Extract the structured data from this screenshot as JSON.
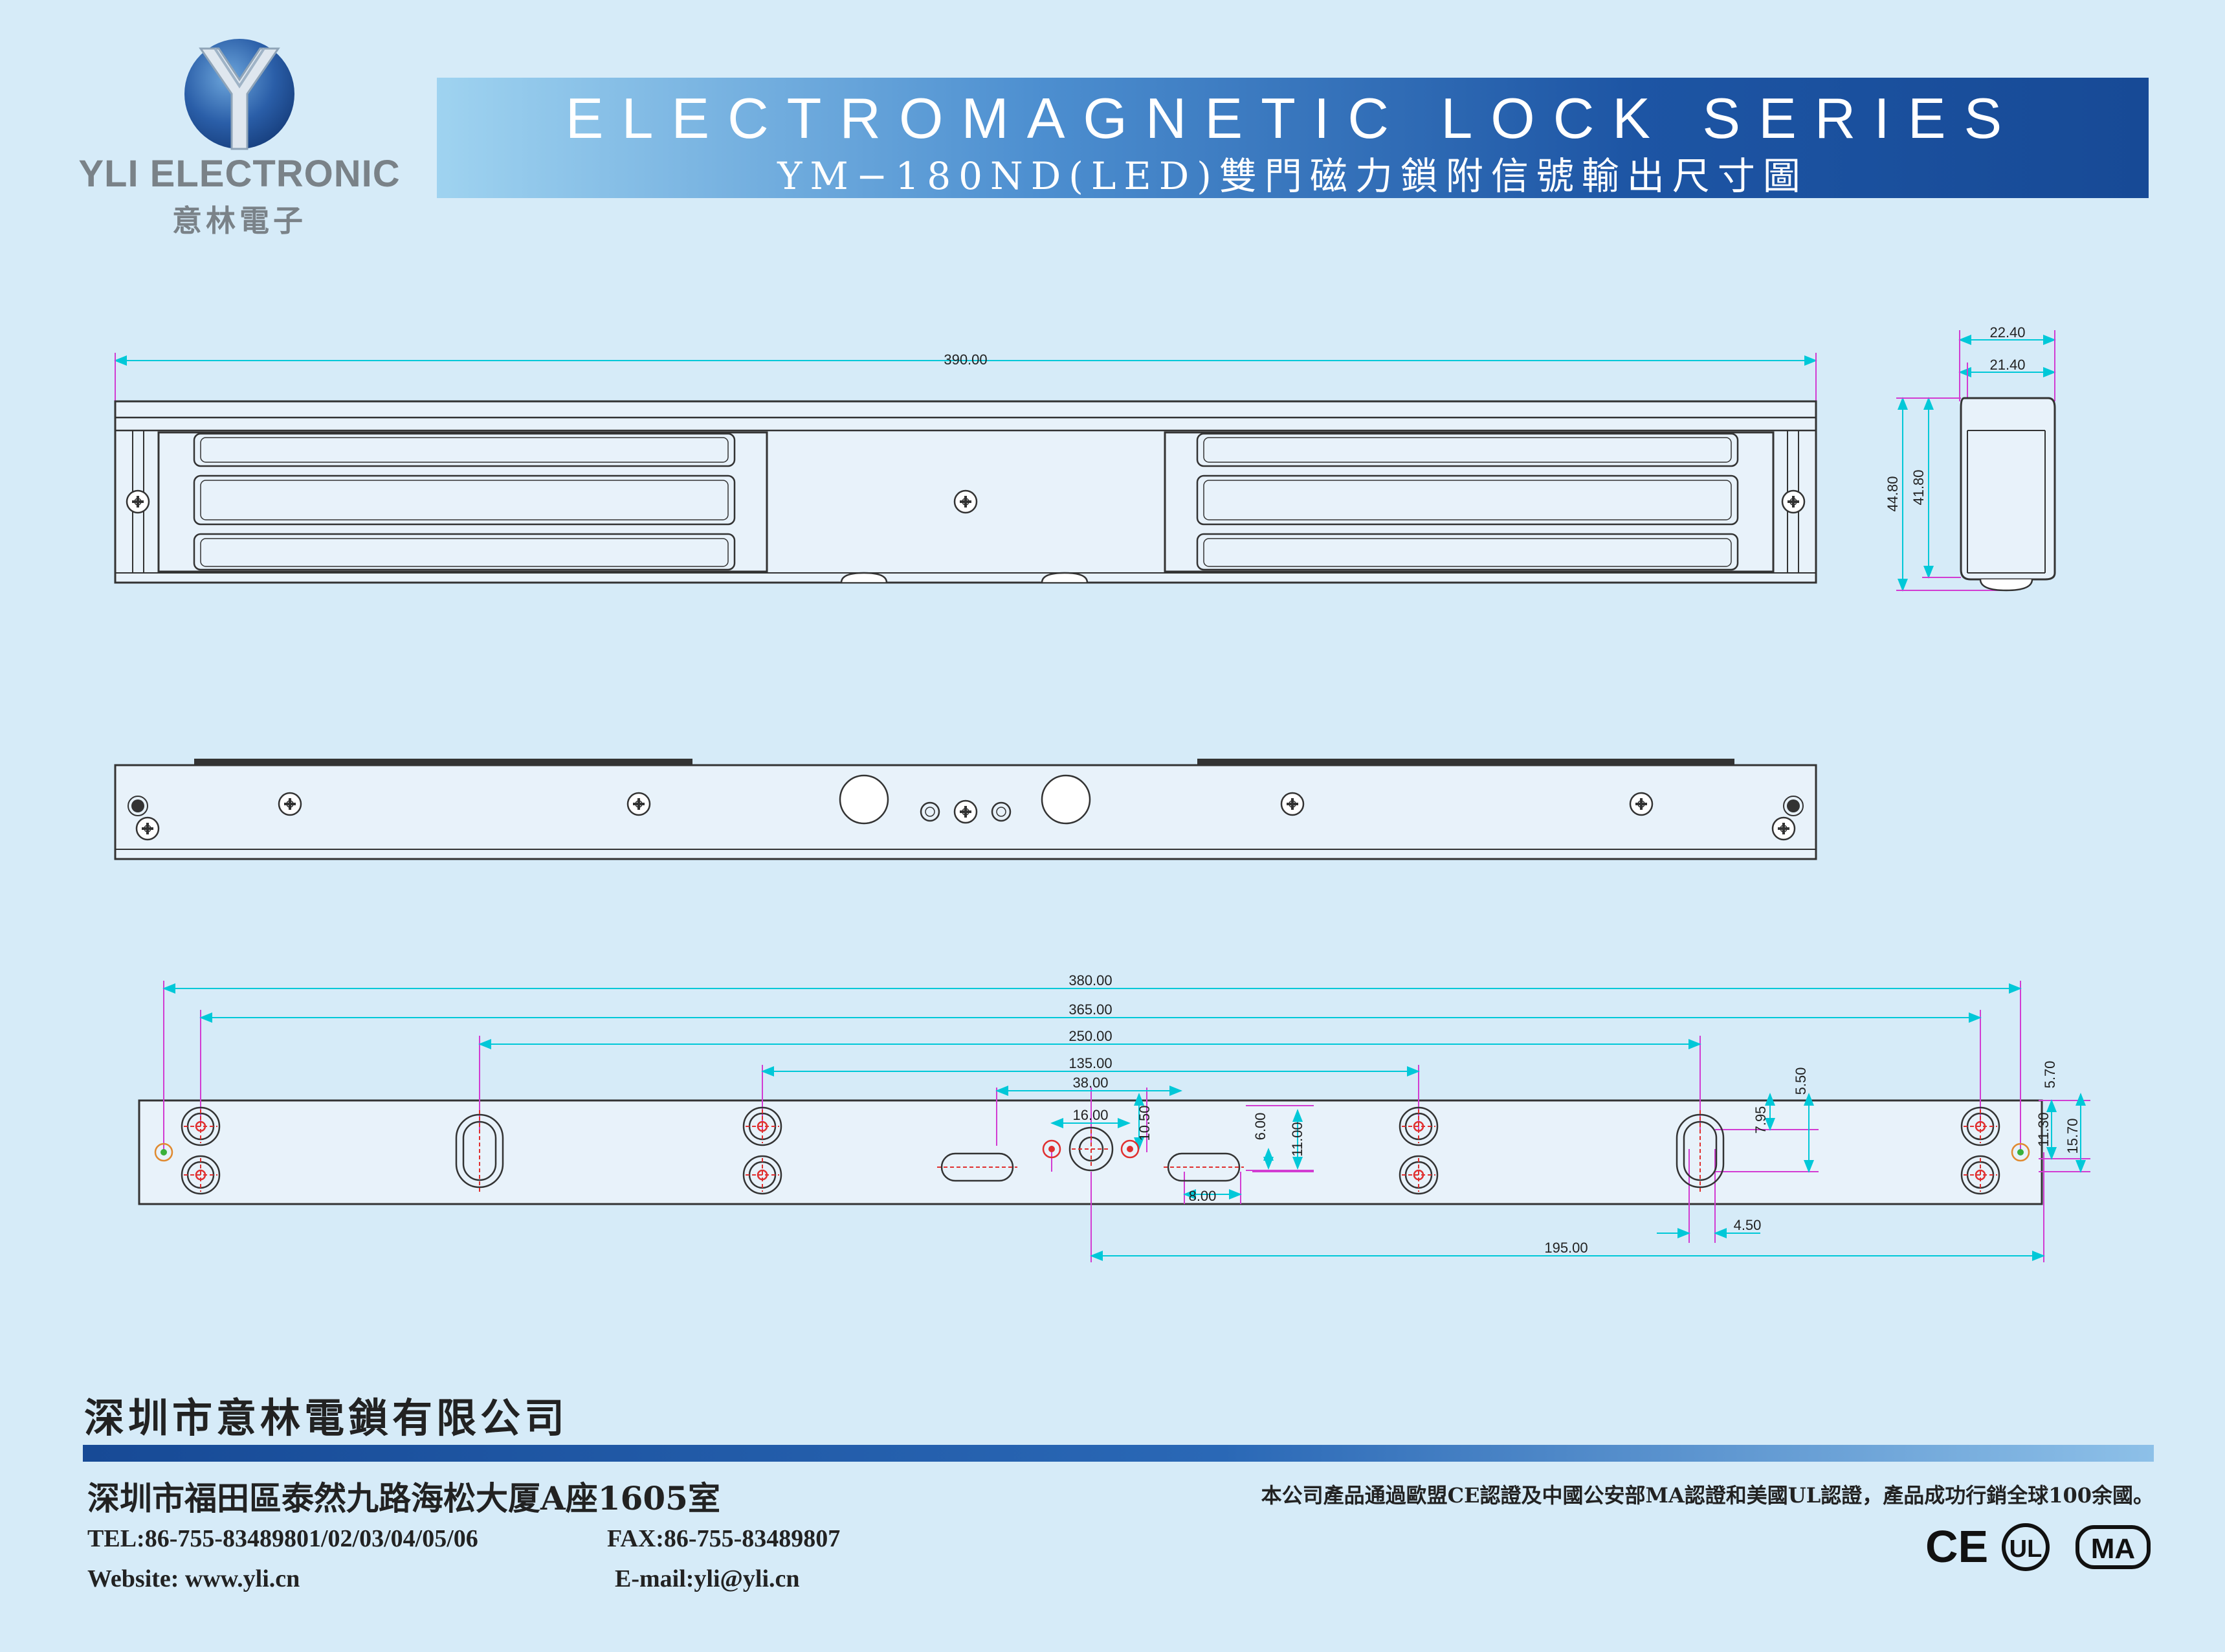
{
  "logo": {
    "brand": "YLI ELECTRONIC",
    "brand_cn": "意林電子",
    "colors": {
      "globe": "#2a5ea8",
      "letter": "#c8d6e4"
    }
  },
  "banner": {
    "title": "ELECTROMAGNETIC LOCK SERIES",
    "subtitle": "YM−180ND(LED)雙門磁力鎖附信號輸出尺寸圖"
  },
  "dimensions": {
    "front": {
      "length": "390.00"
    },
    "side": {
      "depth_outer": "22.40",
      "depth_inner": "21.40",
      "height_outer": "44.80",
      "height_inner": "41.80"
    },
    "bottom": {
      "d380": "380.00",
      "d365": "365.00",
      "d250": "250.00",
      "d135": "135.00",
      "d38": "38.00",
      "d16": "16.00",
      "d10_5": "10.50",
      "d6": "6.00",
      "d11": "11.00",
      "d8": "8.00",
      "d7_95": "7.95",
      "d5_5": "5.50",
      "d5_7": "5.70",
      "d11_3": "11.30",
      "d15_7": "15.70",
      "d4_5": "4.50",
      "d195": "195.00"
    }
  },
  "footer": {
    "company": "深圳市意林電鎖有限公司",
    "address": "深圳市福田區泰然九路海松大厦A座1605室",
    "tel": "TEL:86-755-83489801/02/03/04/05/06",
    "fax": "FAX:86-755-83489807",
    "website": "Website: www.yli.cn",
    "email": "E-mail:yli@yli.cn",
    "certification": "本公司產品通過歐盟CE認證及中國公安部MA認證和美國UL認證，產品成功行銷全球100余國。",
    "marks": {
      "ce": "CE",
      "ul": "UL",
      "ma": "MA"
    }
  },
  "colors": {
    "background": "#d6ebf8",
    "dimension_line": "#00c8d8",
    "extension_line": "#d23cd2",
    "hole_marker": "#e03030",
    "outline": "#333333"
  }
}
